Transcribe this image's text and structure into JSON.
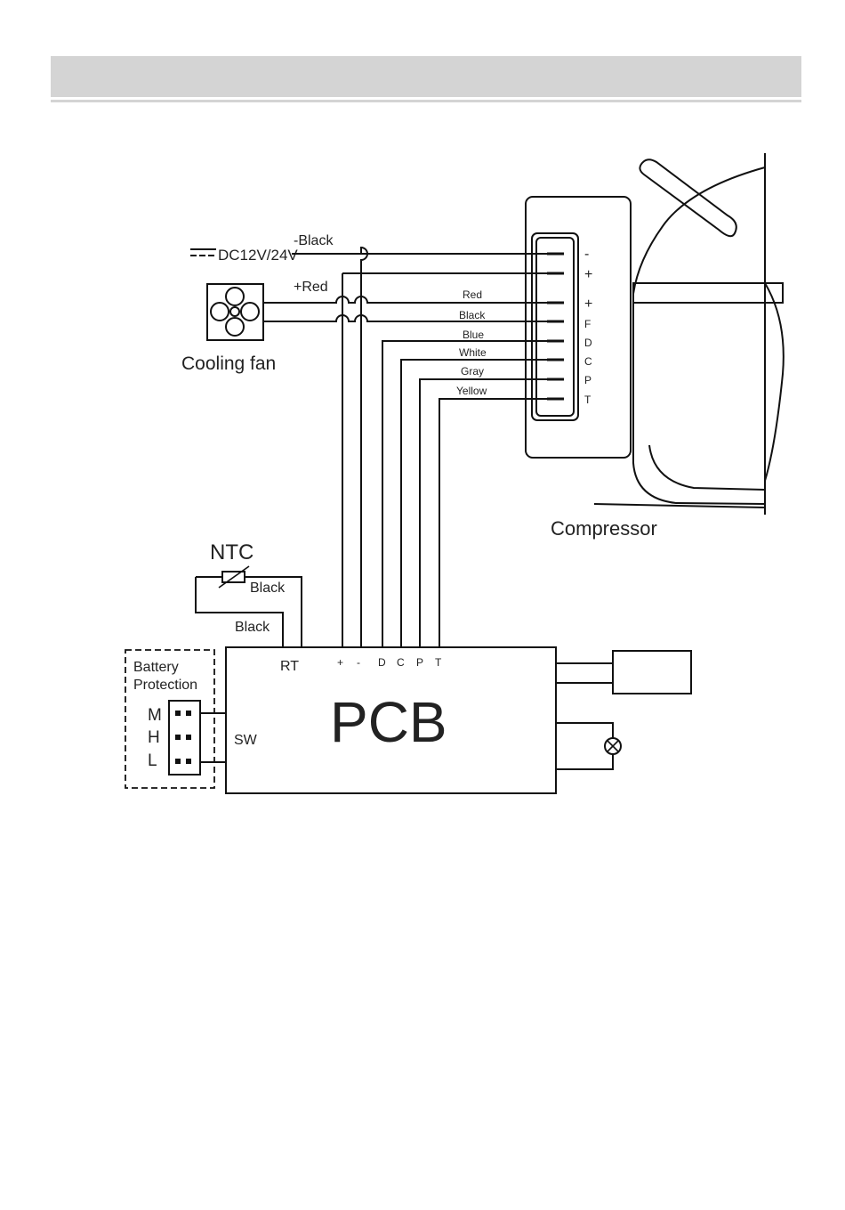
{
  "power": {
    "source_label": "DC12V/24V",
    "neg_label": "-Black",
    "pos_label": "+Red"
  },
  "fan": {
    "label": "Cooling fan"
  },
  "compressor": {
    "label": "Compressor",
    "terminals": [
      "-",
      "+",
      "+",
      "F",
      "D",
      "C",
      "P",
      "T"
    ],
    "wires": [
      "Red",
      "Black",
      "Blue",
      "White",
      "Gray",
      "Yellow"
    ]
  },
  "ntc": {
    "label": "NTC",
    "wire1": "Black",
    "wire2": "Black"
  },
  "pcb": {
    "label": "PCB",
    "rt_label": "RT",
    "sw_label": "SW",
    "top_terminals": [
      "+",
      "-",
      "D",
      "C",
      "P",
      "T"
    ]
  },
  "battery": {
    "label_line1": "Battery",
    "label_line2": "Protection",
    "modes": [
      "M",
      "H",
      "L"
    ]
  }
}
